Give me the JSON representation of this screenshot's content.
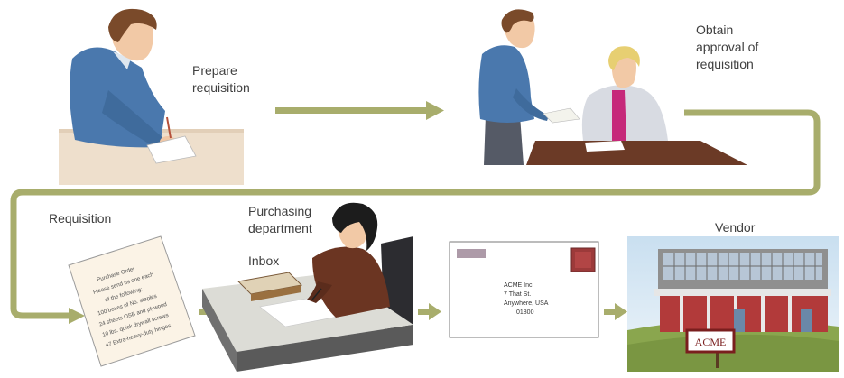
{
  "steps": {
    "prepare": "Prepare\nrequisition",
    "approve": "Obtain\napproval of\nrequisition",
    "requisition": "Requisition",
    "purchasing": "Purchasing\ndepartment",
    "inbox": "Inbox",
    "vendor": "Vendor"
  },
  "purchase_order": {
    "lines": [
      "Purchase Order",
      "Please send us one each",
      "of the following:",
      "100 boxes of No. staples",
      "24 sheets OSB and plywood",
      "10 lbs. quick drywall screws",
      "47 Extra-heavy-duty hinges"
    ]
  },
  "envelope": {
    "lines": [
      "ACME Inc.",
      "7 That St.",
      "Anywhere, USA",
      "01800"
    ]
  },
  "vendor_sign": "ACME",
  "colors": {
    "flow_arrow": "#a8ad6c",
    "shirt_blue": "#4a78ad",
    "desk_brown": "#6b3a26",
    "stamp_red": "#9c3a3a",
    "building_red": "#b23a3a"
  }
}
